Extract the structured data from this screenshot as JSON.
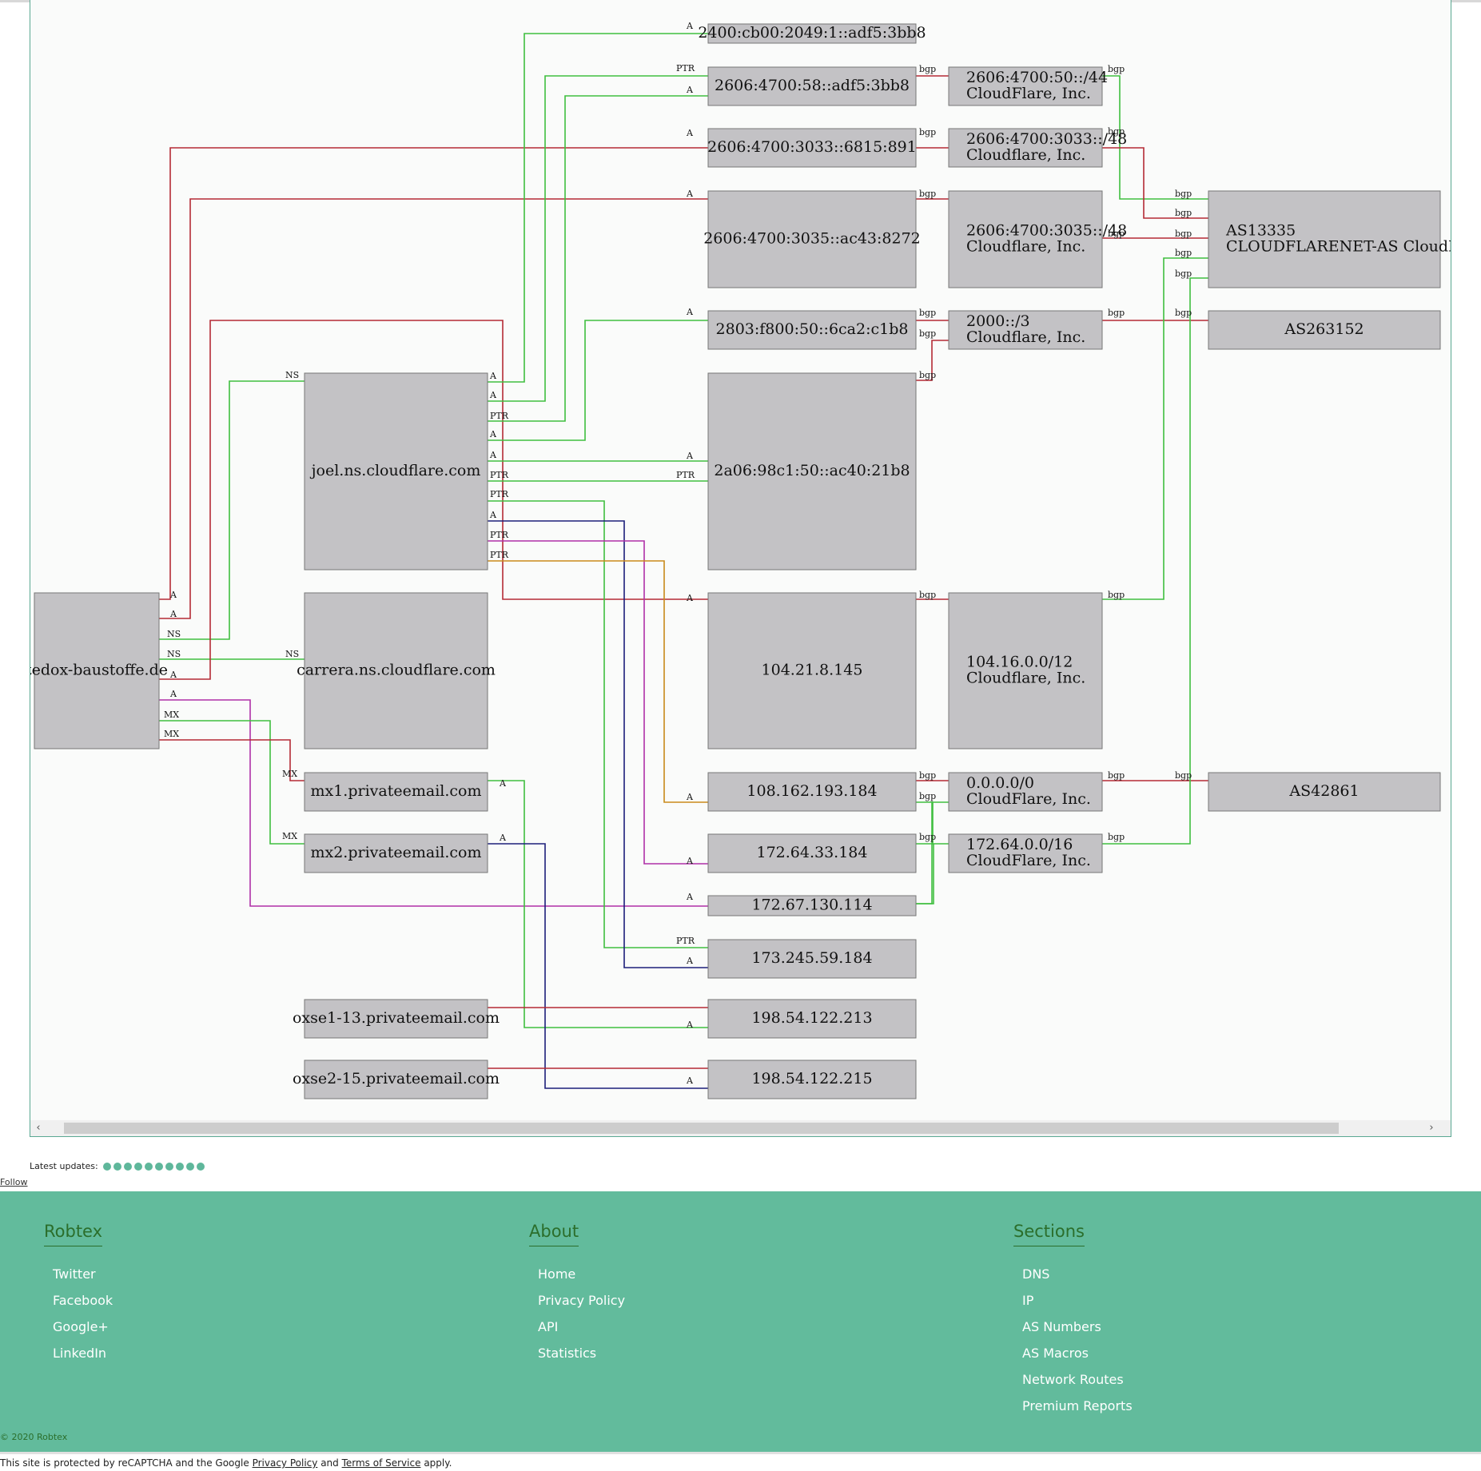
{
  "graph": {
    "nodes": [
      {
        "id": "n_2400",
        "lines": [
          "2400:cb00:2049:1::adf5:3bb8"
        ]
      },
      {
        "id": "n_2606_58",
        "lines": [
          "2606:4700:58::adf5:3bb8"
        ]
      },
      {
        "id": "n_2606_50_44",
        "lines": [
          "2606:4700:50::/44",
          "CloudFlare, Inc."
        ]
      },
      {
        "id": "n_2606_3033_ip",
        "lines": [
          "2606:4700:3033::6815:891"
        ]
      },
      {
        "id": "n_2606_3033_48",
        "lines": [
          "2606:4700:3033::/48",
          "Cloudflare, Inc."
        ]
      },
      {
        "id": "n_2606_3035_ip",
        "lines": [
          "2606:4700:3035::ac43:8272"
        ]
      },
      {
        "id": "n_2606_3035_48",
        "lines": [
          "2606:4700:3035::/48",
          "Cloudflare, Inc."
        ]
      },
      {
        "id": "n_as13335",
        "lines": [
          "AS13335",
          "CLOUDFLARENET-AS CloudFla"
        ]
      },
      {
        "id": "n_2803",
        "lines": [
          "2803:f800:50::6ca2:c1b8"
        ]
      },
      {
        "id": "n_2000_3",
        "lines": [
          "2000::/3",
          "Cloudflare, Inc."
        ]
      },
      {
        "id": "n_as263152",
        "lines": [
          "AS263152"
        ]
      },
      {
        "id": "n_joel",
        "lines": [
          "joel.ns.cloudflare.com"
        ]
      },
      {
        "id": "n_2a06",
        "lines": [
          "2a06:98c1:50::ac40:21b8"
        ]
      },
      {
        "id": "n_tedox",
        "lines": [
          "tedox-baustoffe.de"
        ]
      },
      {
        "id": "n_carrera",
        "lines": [
          "carrera.ns.cloudflare.com"
        ]
      },
      {
        "id": "n_104_21",
        "lines": [
          "104.21.8.145"
        ]
      },
      {
        "id": "n_104_16",
        "lines": [
          "104.16.0.0/12",
          "Cloudflare, Inc."
        ]
      },
      {
        "id": "n_mx1",
        "lines": [
          "mx1.privateemail.com"
        ]
      },
      {
        "id": "n_108",
        "lines": [
          "108.162.193.184"
        ]
      },
      {
        "id": "n_0000",
        "lines": [
          "0.0.0.0/0",
          "CloudFlare, Inc."
        ]
      },
      {
        "id": "n_as42861",
        "lines": [
          "AS42861"
        ]
      },
      {
        "id": "n_mx2",
        "lines": [
          "mx2.privateemail.com"
        ]
      },
      {
        "id": "n_172_64_33",
        "lines": [
          "172.64.33.184"
        ]
      },
      {
        "id": "n_172_64_16",
        "lines": [
          "172.64.0.0/16",
          "CloudFlare, Inc."
        ]
      },
      {
        "id": "n_172_67",
        "lines": [
          "172.67.130.114"
        ]
      },
      {
        "id": "n_173",
        "lines": [
          "173.245.59.184"
        ]
      },
      {
        "id": "n_oxse1",
        "lines": [
          "oxse1-13.privateemail.com"
        ]
      },
      {
        "id": "n_198_213",
        "lines": [
          "198.54.122.213"
        ]
      },
      {
        "id": "n_oxse2",
        "lines": [
          "oxse2-15.privateemail.com"
        ]
      },
      {
        "id": "n_198_215",
        "lines": [
          "198.54.122.215"
        ]
      }
    ],
    "edge_labels": [
      "A",
      "PTR",
      "A",
      "A",
      "A",
      "A",
      "PTR",
      "A",
      "A",
      "A",
      "PTR",
      "A",
      "A",
      "NS",
      "NS",
      "A",
      "A",
      "NS",
      "NS",
      "A",
      "A",
      "MX",
      "MX",
      "MX",
      "MX",
      "A",
      "A",
      "PTR",
      "A",
      "PTR",
      "PTR",
      "A",
      "PTR",
      "PTR",
      "A",
      "A",
      "A",
      "A",
      "A",
      "A",
      "bgp",
      "bgp",
      "bgp",
      "bgp",
      "bgp",
      "bgp",
      "bgp",
      "bgp",
      "bgp",
      "bgp",
      "bgp",
      "bgp",
      "bgp",
      "bgp",
      "bgp",
      "bgp",
      "bgp",
      "bgp",
      "bgp",
      "bgp",
      "bgp",
      "bgp",
      "bgp",
      "bgp"
    ],
    "colors": {
      "red": "#b52a35",
      "green": "#3fbf3f",
      "navy": "#1c1f7a",
      "magenta": "#b02fa8",
      "orange": "#c98a1a"
    }
  },
  "updates": {
    "label": "Latest updates:",
    "dot_count": 10
  },
  "follow": "Follow",
  "footer": {
    "columns": [
      {
        "title": "Robtex",
        "items": [
          "Twitter",
          "Facebook",
          "Google+",
          "LinkedIn"
        ]
      },
      {
        "title": "About",
        "items": [
          "Home",
          "Privacy Policy",
          "API",
          "Statistics"
        ]
      },
      {
        "title": "Sections",
        "items": [
          "DNS",
          "IP",
          "AS Numbers",
          "AS Macros",
          "Network Routes",
          "Premium Reports"
        ]
      }
    ],
    "copyright": "© 2020 Robtex"
  },
  "recaptcha": {
    "prefix": "This site is protected by reCAPTCHA and the Google",
    "privacy": "Privacy Policy",
    "and": "and",
    "terms": "Terms of Service",
    "suffix": "apply."
  }
}
